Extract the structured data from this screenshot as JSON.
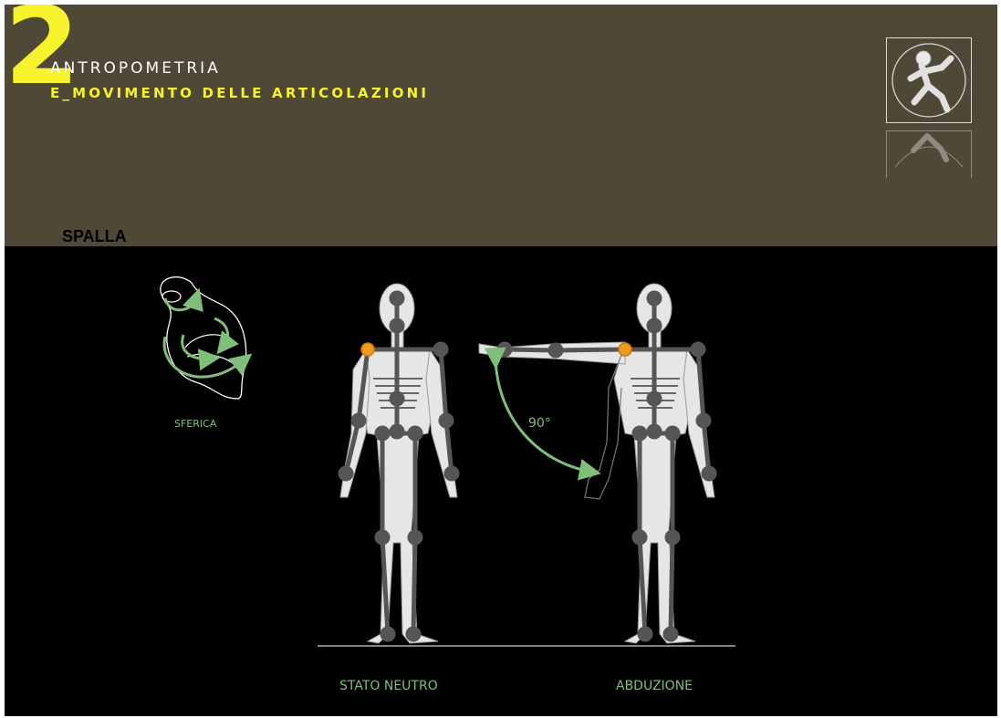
{
  "header": {
    "number": "2",
    "title": "ANTROPOMETRIA",
    "subtitle": "E_MOVIMENTO DELLE ARTICOLAZIONI",
    "section": "SPALLA"
  },
  "joint_type_label": "SFERICA",
  "angle_label": "90°",
  "captions": {
    "neutral": "STATO NEUTRO",
    "abduction": "ABDUZIONE"
  },
  "colors": {
    "header_bg": "#4f4837",
    "accent_yellow": "#f6f22c",
    "caption_green": "#7fbf7a",
    "joint_highlight": "#f29a1d"
  },
  "icons": {
    "logo": "running-man-icon"
  }
}
